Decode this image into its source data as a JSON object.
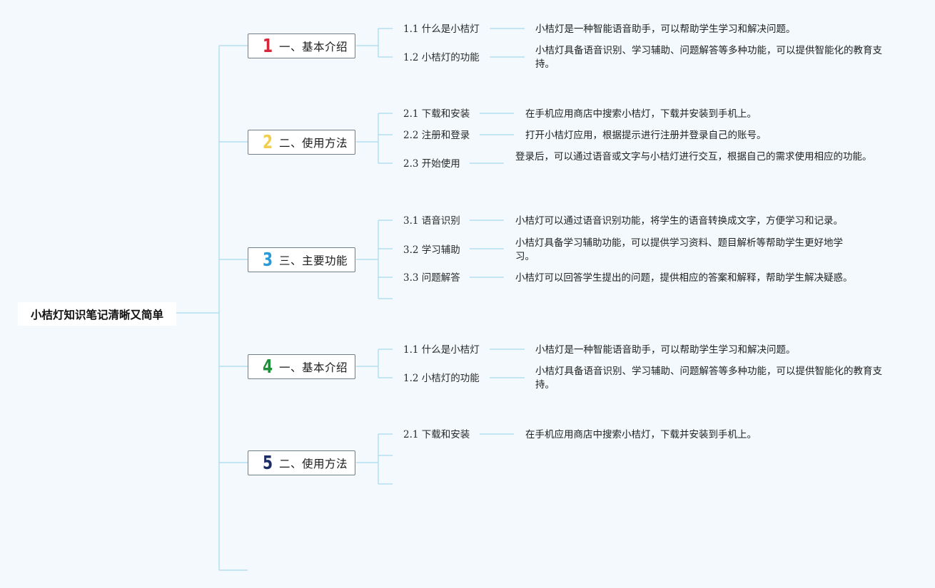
{
  "root": {
    "title": "小桔灯知识笔记清晰又简单"
  },
  "branches": [
    {
      "number": "1",
      "color": "#d6283a",
      "label": "一、基本介绍",
      "items": [
        {
          "label": "1.1 什么是小桔灯",
          "desc": "小桔灯是一种智能语音助手，可以帮助学生学习和解决问题。"
        },
        {
          "label": "1.2 小桔灯的功能",
          "desc": "小桔灯具备语音识别、学习辅助、问题解答等多种功能，可以提供智能化的教育支持。"
        }
      ]
    },
    {
      "number": "2",
      "color": "#f2ce4f",
      "label": "二、使用方法",
      "items": [
        {
          "label": "2.1 下载和安装",
          "desc": "在手机应用商店中搜索小桔灯，下载并安装到手机上。"
        },
        {
          "label": "2.2 注册和登录",
          "desc": "打开小桔灯应用，根据提示进行注册并登录自己的账号。"
        },
        {
          "label": "2.3 开始使用",
          "desc": "登录后，可以通过语音或文字与小桔灯进行交互，根据自己的需求使用相应的功能。"
        }
      ]
    },
    {
      "number": "3",
      "color": "#2b9ad6",
      "label": "三、主要功能",
      "items": [
        {
          "label": "3.1 语音识别",
          "desc": "小桔灯可以通过语音识别功能，将学生的语音转换成文字，方便学习和记录。"
        },
        {
          "label": "3.2 学习辅助",
          "desc": "小桔灯具备学习辅助功能，可以提供学习资料、题目解析等帮助学生更好地学习。"
        },
        {
          "label": "3.3 问题解答",
          "desc": "小桔灯可以回答学生提出的问题，提供相应的答案和解释，帮助学生解决疑惑。"
        }
      ]
    },
    {
      "number": "4",
      "color": "#1f8f3c",
      "label": "一、基本介绍",
      "items": [
        {
          "label": "1.1 什么是小桔灯",
          "desc": "小桔灯是一种智能语音助手，可以帮助学生学习和解决问题。"
        },
        {
          "label": "1.2 小桔灯的功能",
          "desc": "小桔灯具备语音识别、学习辅助、问题解答等多种功能，可以提供智能化的教育支持。"
        }
      ]
    },
    {
      "number": "5",
      "color": "#1d2d66",
      "label": "二、使用方法",
      "items": [
        {
          "label": "2.1 下载和安装",
          "desc": "在手机应用商店中搜索小桔灯，下载并安装到手机上。"
        }
      ]
    }
  ],
  "line_color": "#a9dcf0"
}
